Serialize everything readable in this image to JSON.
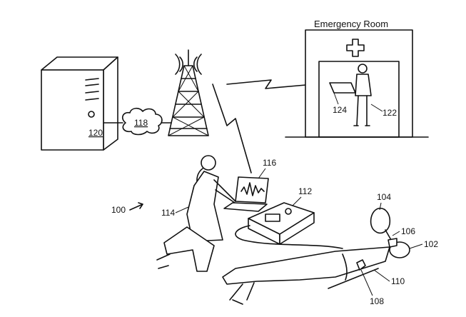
{
  "labels": {
    "er_title": "Emergency Room",
    "ref_100": "100",
    "ref_102": "102",
    "ref_104": "104",
    "ref_106": "106",
    "ref_108": "108",
    "ref_110": "110",
    "ref_112": "112",
    "ref_114": "114",
    "ref_116": "116",
    "ref_118": "118",
    "ref_120": "120",
    "ref_122": "122",
    "ref_124": "124"
  }
}
